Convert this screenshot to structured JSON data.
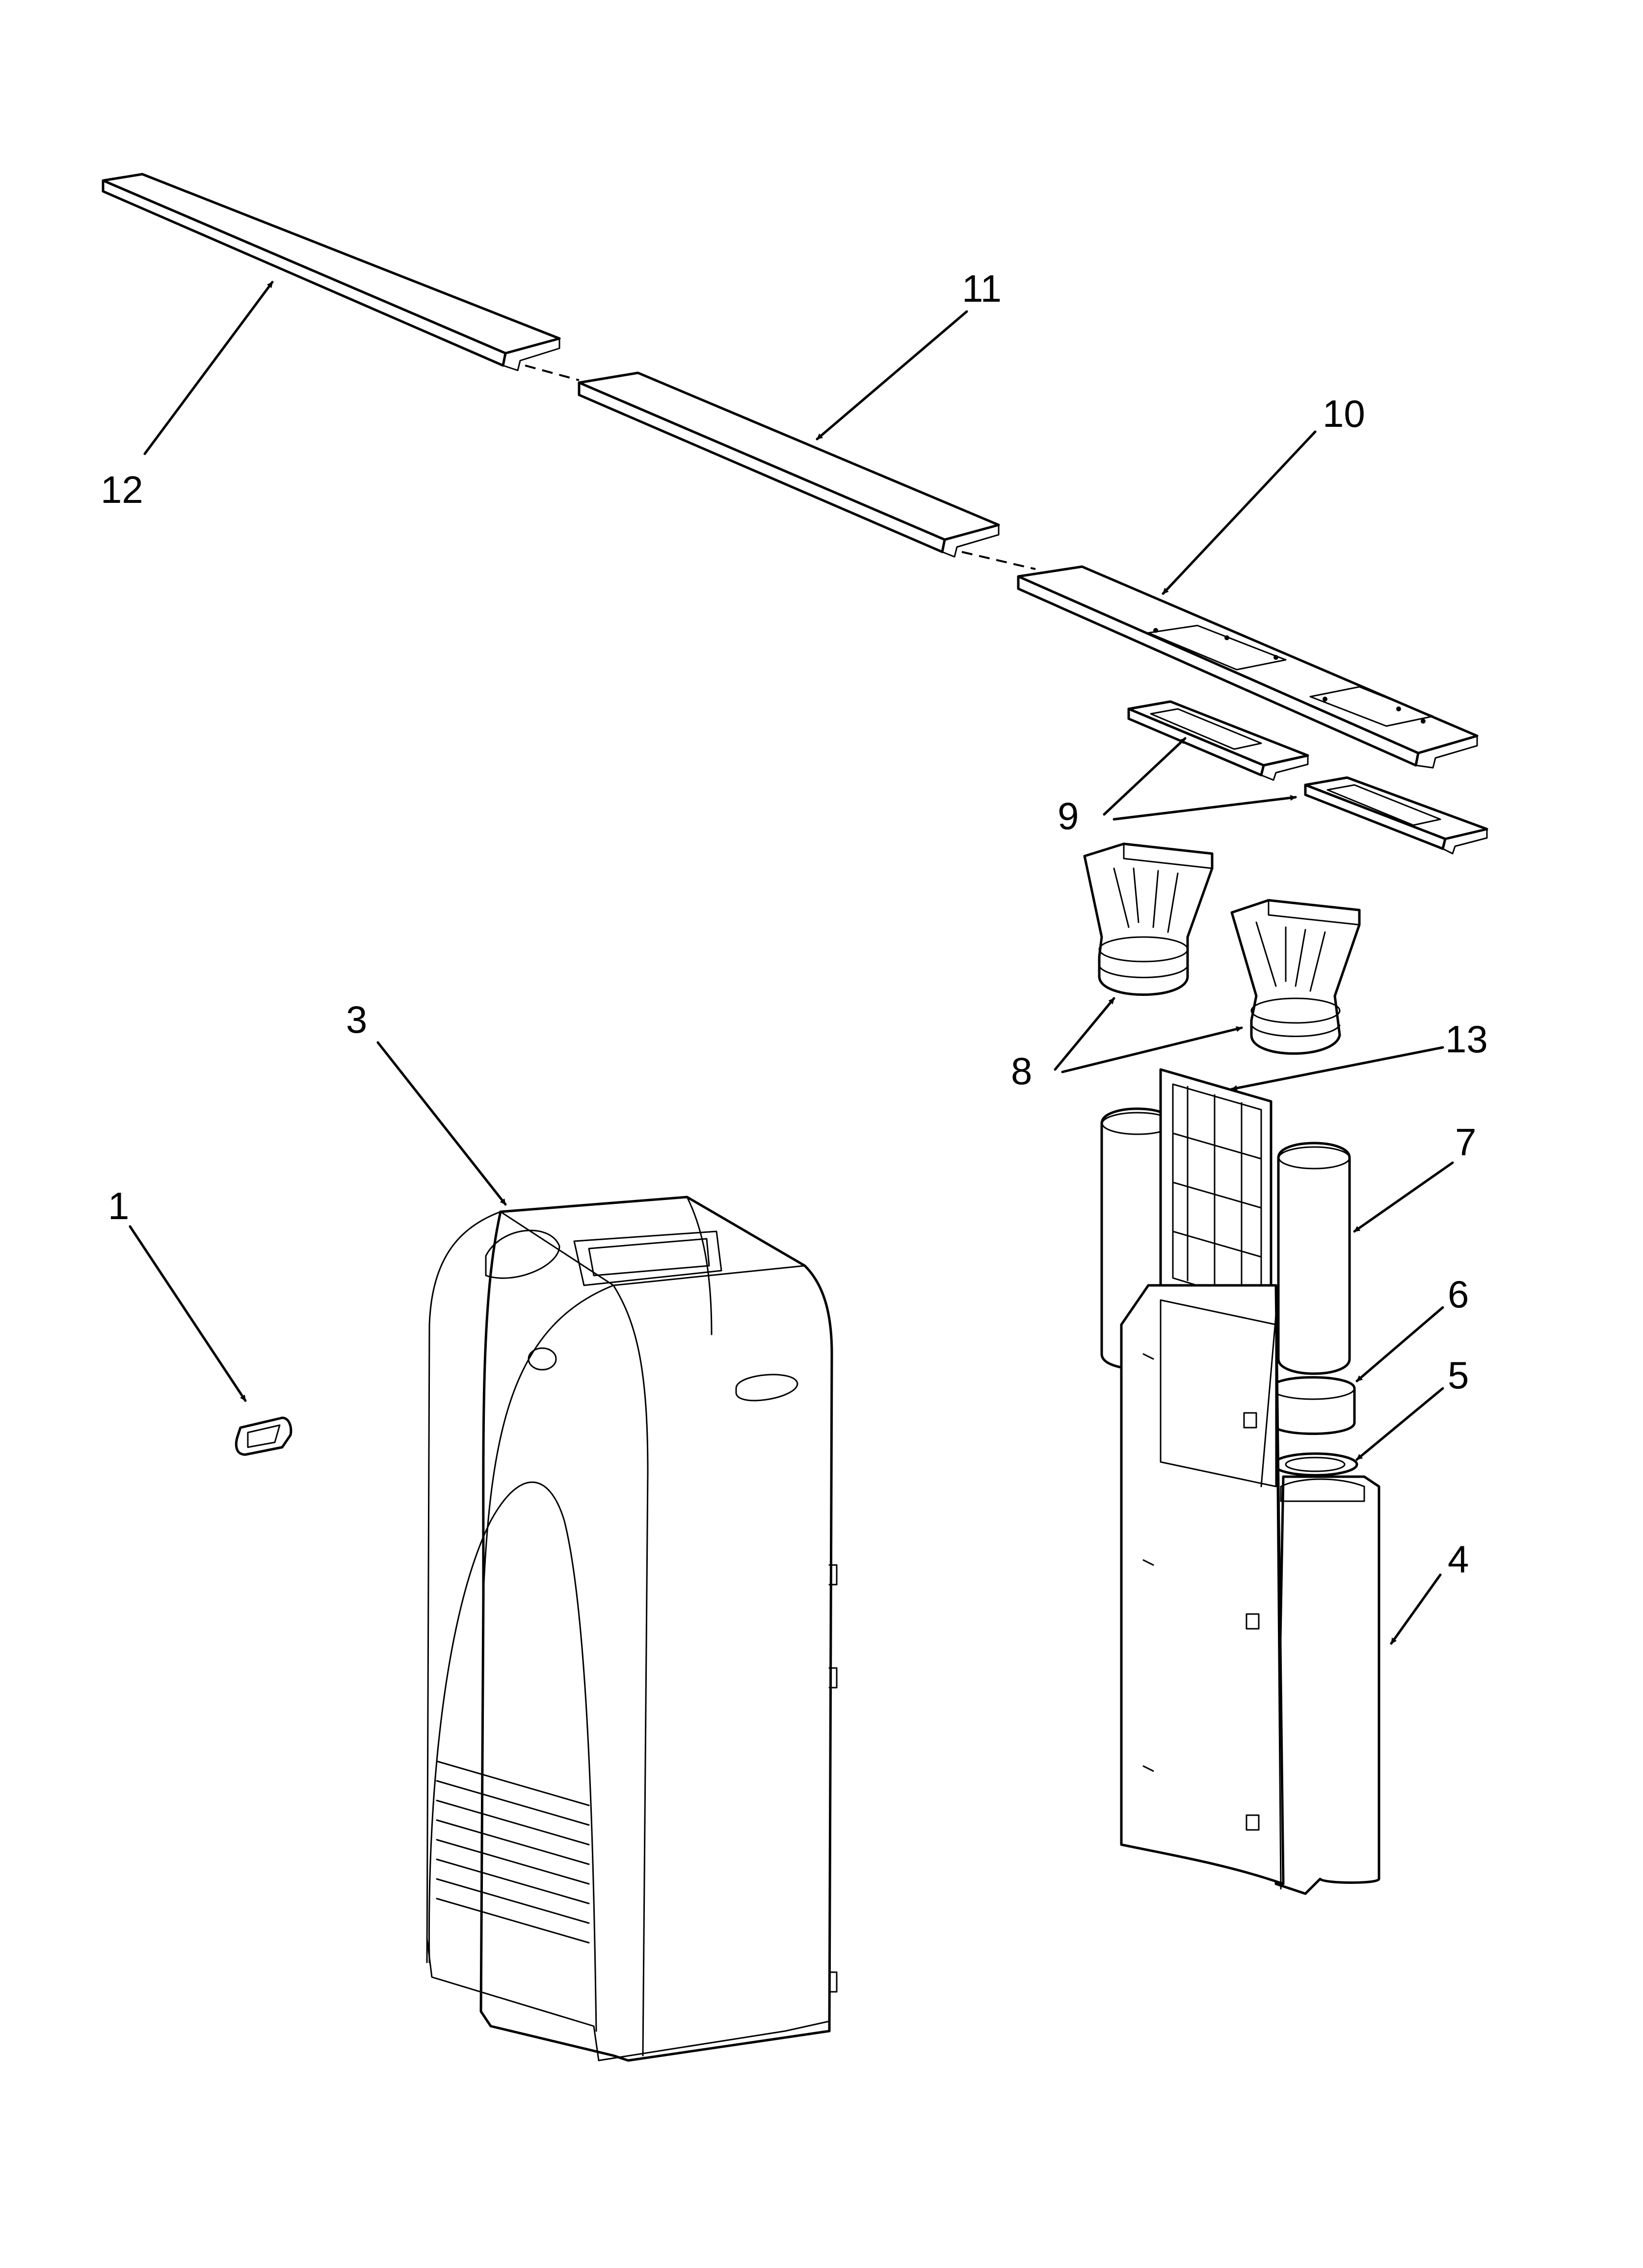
{
  "callouts": [
    {
      "id": "1",
      "text": "1"
    },
    {
      "id": "3",
      "text": "3"
    },
    {
      "id": "4",
      "text": "4"
    },
    {
      "id": "5",
      "text": "5"
    },
    {
      "id": "6",
      "text": "6"
    },
    {
      "id": "7",
      "text": "7"
    },
    {
      "id": "8",
      "text": "8"
    },
    {
      "id": "9",
      "text": "9"
    },
    {
      "id": "10",
      "text": "10"
    },
    {
      "id": "11",
      "text": "11"
    },
    {
      "id": "12",
      "text": "12"
    },
    {
      "id": "13",
      "text": "13"
    }
  ],
  "colors": {
    "line": "#000000",
    "background": "#ffffff"
  }
}
